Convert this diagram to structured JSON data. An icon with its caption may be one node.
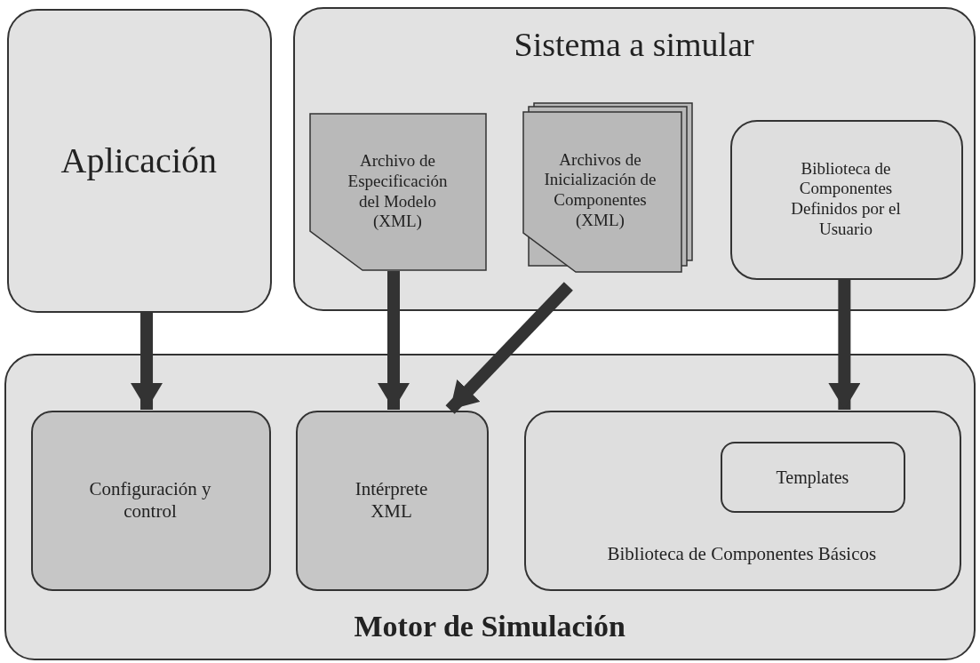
{
  "diagram": {
    "nodes": [
      {
        "text": [
          "Aplicación"
        ]
      },
      {
        "text": [
          "Sistema a simular"
        ]
      },
      {
        "text": [
          "Archivo de Especificación del Modelo (XML)"
        ],
        "in": 1
      },
      {
        "text": [
          "Archivos de Inicialización de Componentes (XML)"
        ],
        "in": 1
      },
      {
        "text": [
          "Biblioteca de Componentes Definidos por el Usuario"
        ],
        "in": 1
      },
      {
        "text": [
          "Motor de Simulación"
        ]
      },
      {
        "text": [
          "Configuración y control"
        ],
        "in": 5
      },
      {
        "text": [
          "Intérprete XML"
        ],
        "in": 5
      },
      {
        "text": [
          "Biblioteca de Componentes Básicos"
        ],
        "in": 5
      },
      {
        "text": [
          "Templates"
        ],
        "in": 8
      }
    ],
    "edges": [
      {
        "from": 0,
        "to": 6,
        "arrow": "to"
      },
      {
        "from": 2,
        "to": 7,
        "arrow": "to"
      },
      {
        "from": 3,
        "to": 7,
        "arrow": "to"
      },
      {
        "from": 4,
        "to": 8,
        "arrow": "to"
      }
    ]
  }
}
